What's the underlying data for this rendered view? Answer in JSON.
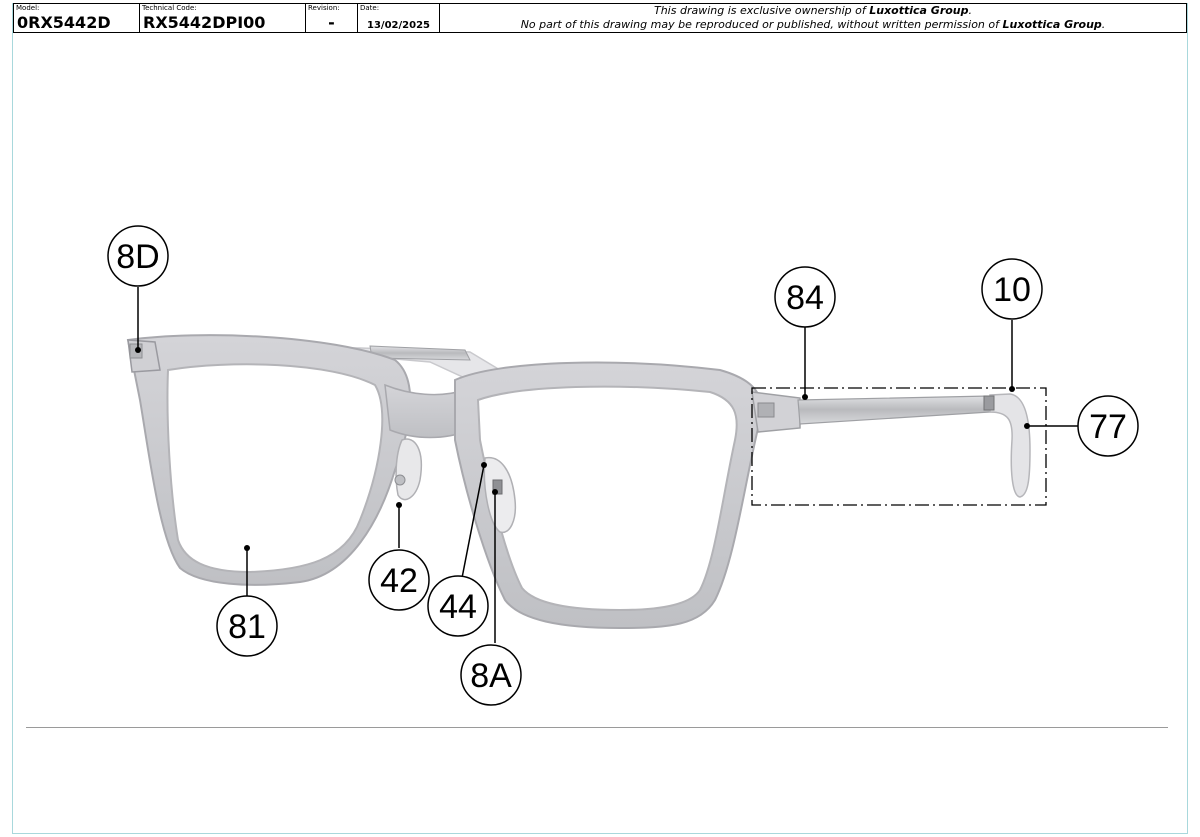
{
  "title_block": {
    "model_label": "Model:",
    "model_value": "0RX5442D",
    "tech_label": "Technical Code:",
    "tech_value": "RX5442DPI00",
    "revision_label": "Revision:",
    "revision_value": "-",
    "date_label": "Date:",
    "date_value": "13/02/2025",
    "notice_line1_pre": "This drawing is exclusive ownership of ",
    "notice_line1_brand": "Luxottica Group",
    "notice_line1_post": ".",
    "notice_line2_pre": "No part of this drawing may be reproduced or published, without written permission of ",
    "notice_line2_brand": "Luxottica Group",
    "notice_line2_post": "."
  },
  "callouts": {
    "c8D": "8D",
    "c84": "84",
    "c10": "10",
    "c77": "77",
    "c81": "81",
    "c42": "42",
    "c44": "44",
    "c8A": "8A"
  },
  "colors": {
    "frame_fill": "#c9c9cd",
    "frame_edge": "#a9a9ae",
    "metal": "#b8b9bd",
    "border_teal": "#a8d8dc"
  }
}
